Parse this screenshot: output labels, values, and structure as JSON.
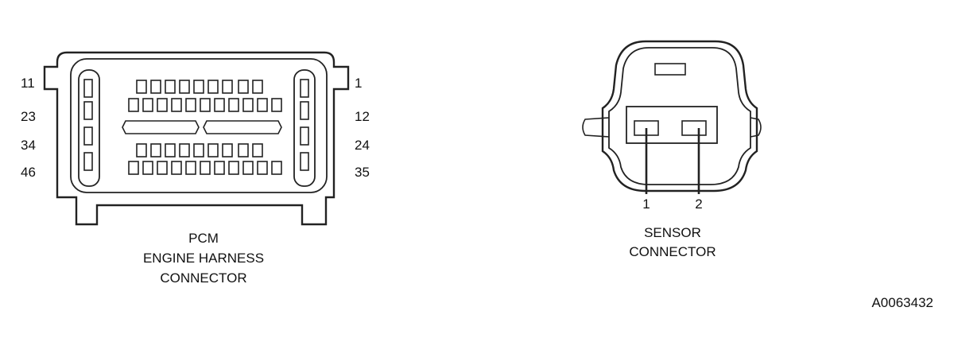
{
  "pcm_connector": {
    "pin_labels_left": [
      "11",
      "23",
      "34",
      "46"
    ],
    "pin_labels_right": [
      "1",
      "12",
      "24",
      "35"
    ],
    "caption_lines": [
      "PCM",
      "ENGINE HARNESS",
      "CONNECTOR"
    ]
  },
  "sensor_connector": {
    "pin_labels": [
      "1",
      "2"
    ],
    "caption_lines": [
      "SENSOR",
      "CONNECTOR"
    ]
  },
  "figure_id": "A0063432",
  "colors": {
    "line": "#222222",
    "background": "#ffffff"
  }
}
